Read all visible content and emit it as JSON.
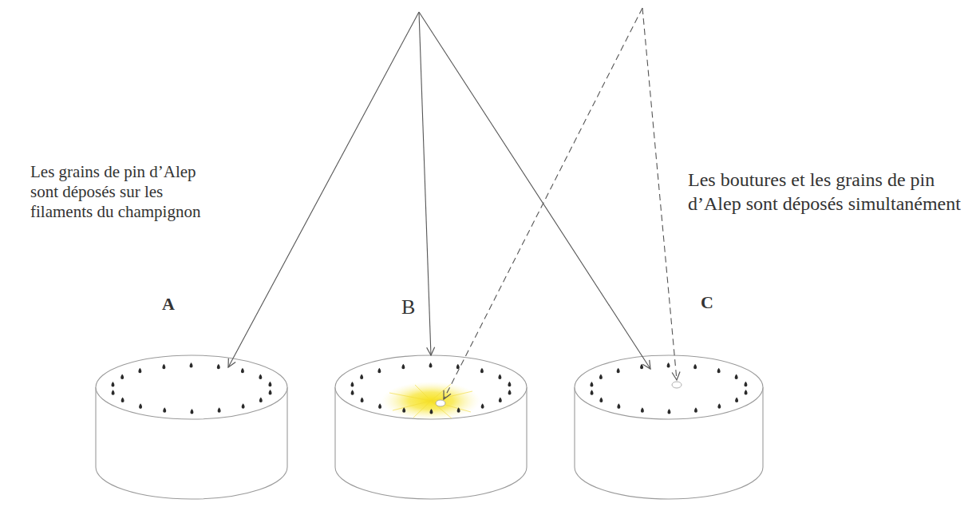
{
  "diagram": {
    "labels": [
      "Les grains de pin d’Alep sont déposés sur les filaments du champignon",
      "A",
      "B",
      "Les boutures et les grains de pin d’Alep sont déposés simultanément",
      "C"
    ]
  }
}
